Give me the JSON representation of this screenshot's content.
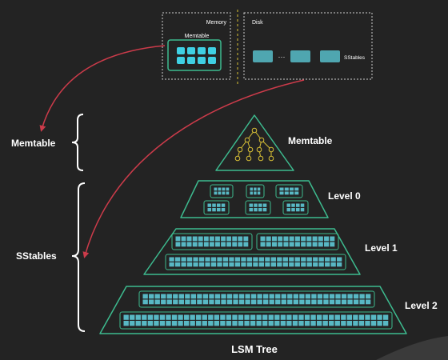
{
  "colors": {
    "background": "#232323",
    "accent": "#3dbb8f",
    "block": "#58b8c4",
    "arrow": "#cc3b4a",
    "tree": "#d8c036",
    "text": "#ffffff"
  },
  "top": {
    "memory_title": "Memory",
    "memtable_label": "Memtable",
    "disk_title": "Disk",
    "ellipsis": "···",
    "sstables_label": "SStables"
  },
  "side_labels": {
    "memtable": "Memtable",
    "sstables": "SStables"
  },
  "pyramid": {
    "tip_label": "Memtable",
    "levels": [
      "Level 0",
      "Level 1",
      "Level 2"
    ],
    "caption": "LSM Tree"
  }
}
